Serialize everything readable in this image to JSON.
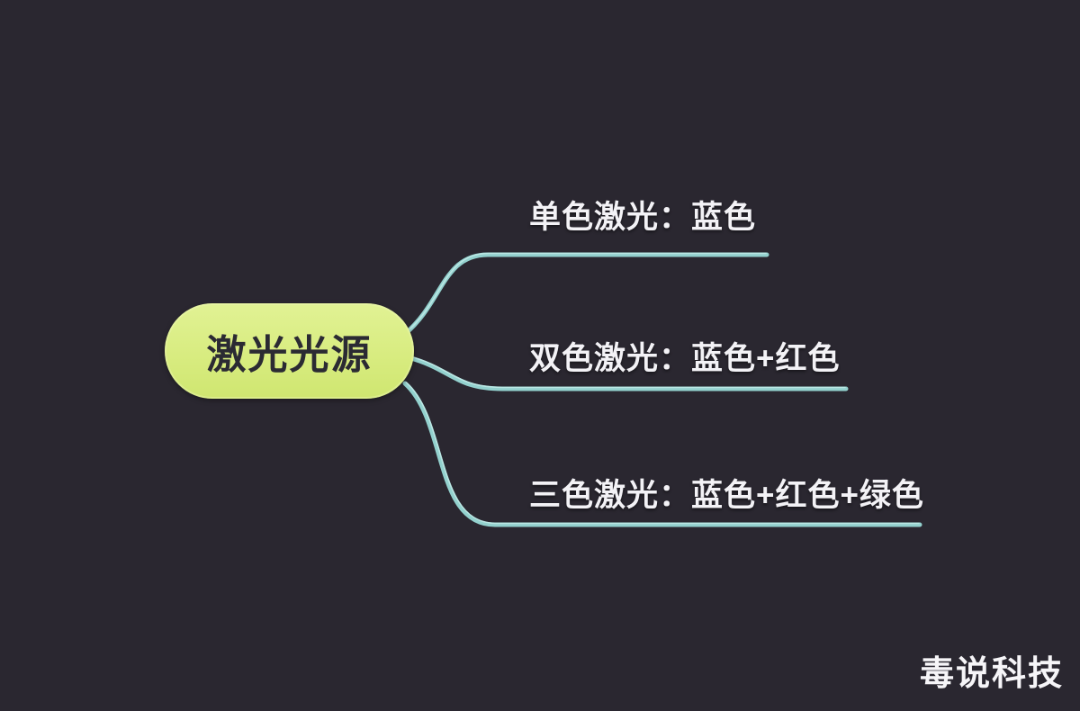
{
  "diagram": {
    "type": "mindmap",
    "root": {
      "label": "激光光源"
    },
    "branches": [
      {
        "label": "单色激光：蓝色"
      },
      {
        "label": "双色激光：蓝色+红色"
      },
      {
        "label": "三色激光：蓝色+红色+绿色"
      }
    ]
  },
  "watermark": {
    "text": "毒说科技"
  },
  "colors": {
    "background": "#2a2730",
    "root_node_fill": "#d8ec80",
    "root_node_text": "#2b2a33",
    "branch_line": "#93d1ce",
    "branch_text": "#f3f2f6",
    "watermark_text": "#f6f5f8"
  }
}
